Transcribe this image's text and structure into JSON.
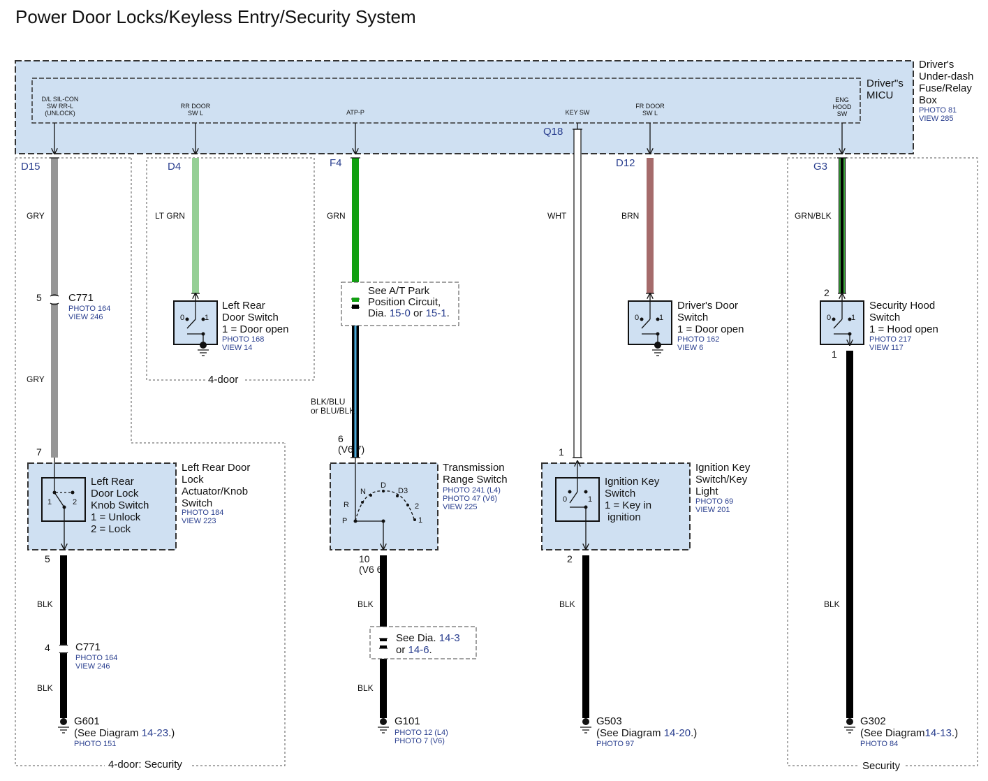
{
  "title": "Power Door Locks/Keyless Entry/Security System",
  "fuse_box": {
    "label": "Driver's\nUnder-dash\nFuse/Relay\nBox",
    "photo": "PHOTO 81",
    "view": "VIEW 285",
    "micu": "Driver\"s\nMICU"
  },
  "micu_pins": [
    "D/L SIL-CON\nSW RR-L\n(UNLOCK)",
    "RR DOOR\nSW L",
    "ATP-P",
    "KEY SW",
    "FR DOOR\nSW L",
    "ENG\nHOOD\nSW"
  ],
  "terminals": {
    "d15": "D15",
    "d4": "D4",
    "f4": "F4",
    "q18": "Q18",
    "d12": "D12",
    "g3": "G3"
  },
  "wires": {
    "gry1": "GRY",
    "ltgrn": "LT GRN",
    "grn": "GRN",
    "wht": "WHT",
    "brn": "BRN",
    "grnblk": "GRN/BLK",
    "gry2": "GRY",
    "blkblu": "BLK/BLU\nor BLU/BLK",
    "blk_a1": "BLK",
    "blk_a2": "BLK",
    "blk_b1": "BLK",
    "blk_b2": "BLK",
    "blk_c": "BLK",
    "blk_d": "BLK"
  },
  "connector_c771_top": {
    "pin": "5",
    "name": "C771",
    "photo": "PHOTO 164",
    "view": "VIEW 246"
  },
  "connector_c771_bottom": {
    "pin": "4",
    "name": "C771",
    "photo": "PHOTO 164",
    "view": "VIEW 246"
  },
  "left_rear_door_switch": {
    "label": "Left Rear\nDoor Switch\n1 = Door open",
    "photo": "PHOTO 168",
    "view": "VIEW 14",
    "p0": "0",
    "p1": "1"
  },
  "zone_4door": "4-door",
  "atp_note": {
    "text": "See A/T Park\nPosition Circuit,\nDia. ",
    "ref1": "15-0",
    "or": " or ",
    "ref2": "15-1",
    "end": "."
  },
  "drivers_door_switch": {
    "label": "Driver's Door\nSwitch\n1 = Door open",
    "photo": "PHOTO 162",
    "view": "VIEW 6",
    "p0": "0",
    "p1": "1"
  },
  "security_hood_switch": {
    "pin_top": "2",
    "pin_bottom": "1",
    "label": "Security Hood\nSwitch\n1 = Hood open",
    "photo": "PHOTO 217",
    "view": "VIEW 117",
    "p0": "0",
    "p1": "1"
  },
  "lr_actuator": {
    "pin_top": "7",
    "pin_bottom": "5",
    "inner_label": "Left Rear\nDoor Lock\nKnob Switch\n1 = Unlock\n2 = Lock",
    "label": "Left Rear Door\nLock\nActuator/Knob\nSwitch",
    "photo": "PHOTO 184",
    "view": "VIEW 223",
    "p1": "1",
    "p2": "2"
  },
  "trans_range": {
    "pin_top": "6\n(V6 7)",
    "pin_bottom": "10\n(V6 6)",
    "label": "Transmission\nRange Switch",
    "photo1": "PHOTO 241 (L4)",
    "photo2": "PHOTO 47 (V6)",
    "view": "VIEW 225",
    "positions": [
      "P",
      "R",
      "N",
      "D",
      "D3",
      "2",
      "1"
    ]
  },
  "ign_key": {
    "pin_top": "1",
    "pin_bottom": "2",
    "inner_label": "Ignition Key\nSwitch\n1 = Key in\n     ignition",
    "label": "Ignition Key\nSwitch/Key\nLight",
    "photo": "PHOTO 69",
    "view": "VIEW 201",
    "p0": "0",
    "p1": "1"
  },
  "dia_note": {
    "text": "See Dia. ",
    "ref1": "14-3",
    "text2": "or ",
    "ref2": "14-6",
    "end": "."
  },
  "grounds": [
    {
      "name": "G601",
      "see": "(See  Diagram  ",
      "ref": "14-23",
      "end": ".)",
      "photo": "PHOTO 151"
    },
    {
      "name": "G101",
      "photo": "PHOTO 12 (L4)",
      "photo2": "PHOTO 7 (V6)"
    },
    {
      "name": "G503",
      "see": "(See Diagram  ",
      "ref": "14-20",
      "end": ".)",
      "photo": "PHOTO 97"
    },
    {
      "name": "G302",
      "see": "(See Diagram",
      "ref": "14-13",
      "end": ".)",
      "photo": "PHOTO 84"
    }
  ],
  "zone_labels": {
    "left": "4-door: Security",
    "right": "Security"
  },
  "colors": {
    "gry": "#969696",
    "ltgrn": "#95cf95",
    "grn": "#10a010",
    "wht": "#ffffff",
    "brn": "#a56b6b",
    "grnblk_green": "#3aa33a",
    "blkblu_blue": "#4aa8d8",
    "blk": "#000000",
    "box": "#cfe0f2",
    "link": "#2a3f8f"
  }
}
